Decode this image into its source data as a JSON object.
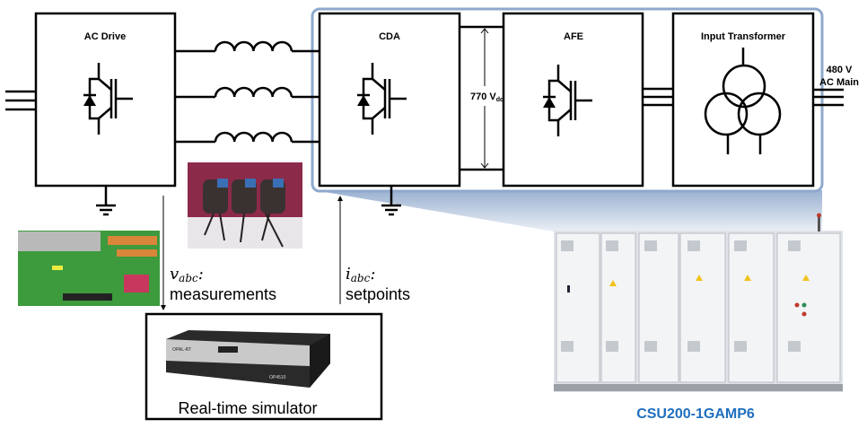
{
  "blocks": {
    "ac_drive": "AC Drive",
    "cda": "CDA",
    "afe": "AFE",
    "input_transformer": "Input Transformer"
  },
  "dc_bus": {
    "value": "770 V",
    "subscript": "dc"
  },
  "ac_main": {
    "line1": "480 V",
    "line2": "AC Main"
  },
  "signals": {
    "measurements": {
      "symbol": "v",
      "subscript": "abc",
      "suffix": ":",
      "label": "measurements"
    },
    "setpoints": {
      "symbol": "i",
      "subscript": "abc",
      "suffix": ":",
      "label": "setpoints"
    }
  },
  "simulator": {
    "label": "Real-time simulator",
    "brand": "OPAL-RT",
    "model": "OP4510"
  },
  "cabinet": {
    "caption": "CSU200-1GAMP6"
  },
  "colors": {
    "highlight": "#8fa9cc",
    "caption": "#1f6fbf",
    "pcb": "#3d9a3d",
    "inductor_bg": "#8c2a4a"
  }
}
